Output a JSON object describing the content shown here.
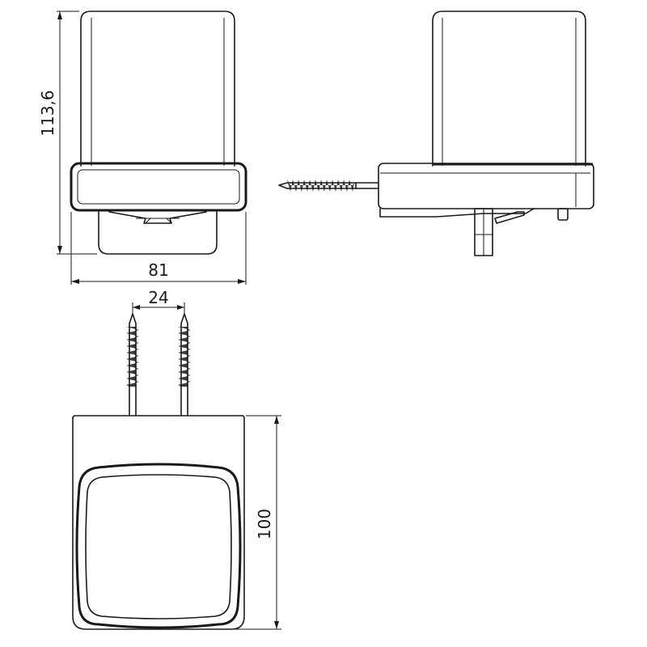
{
  "dimensions": {
    "height_label": "113,6",
    "width_label": "81",
    "hole_spacing_label": "24",
    "depth_label": "100"
  },
  "colors": {
    "line": "#1a1a1a",
    "background": "#ffffff"
  }
}
